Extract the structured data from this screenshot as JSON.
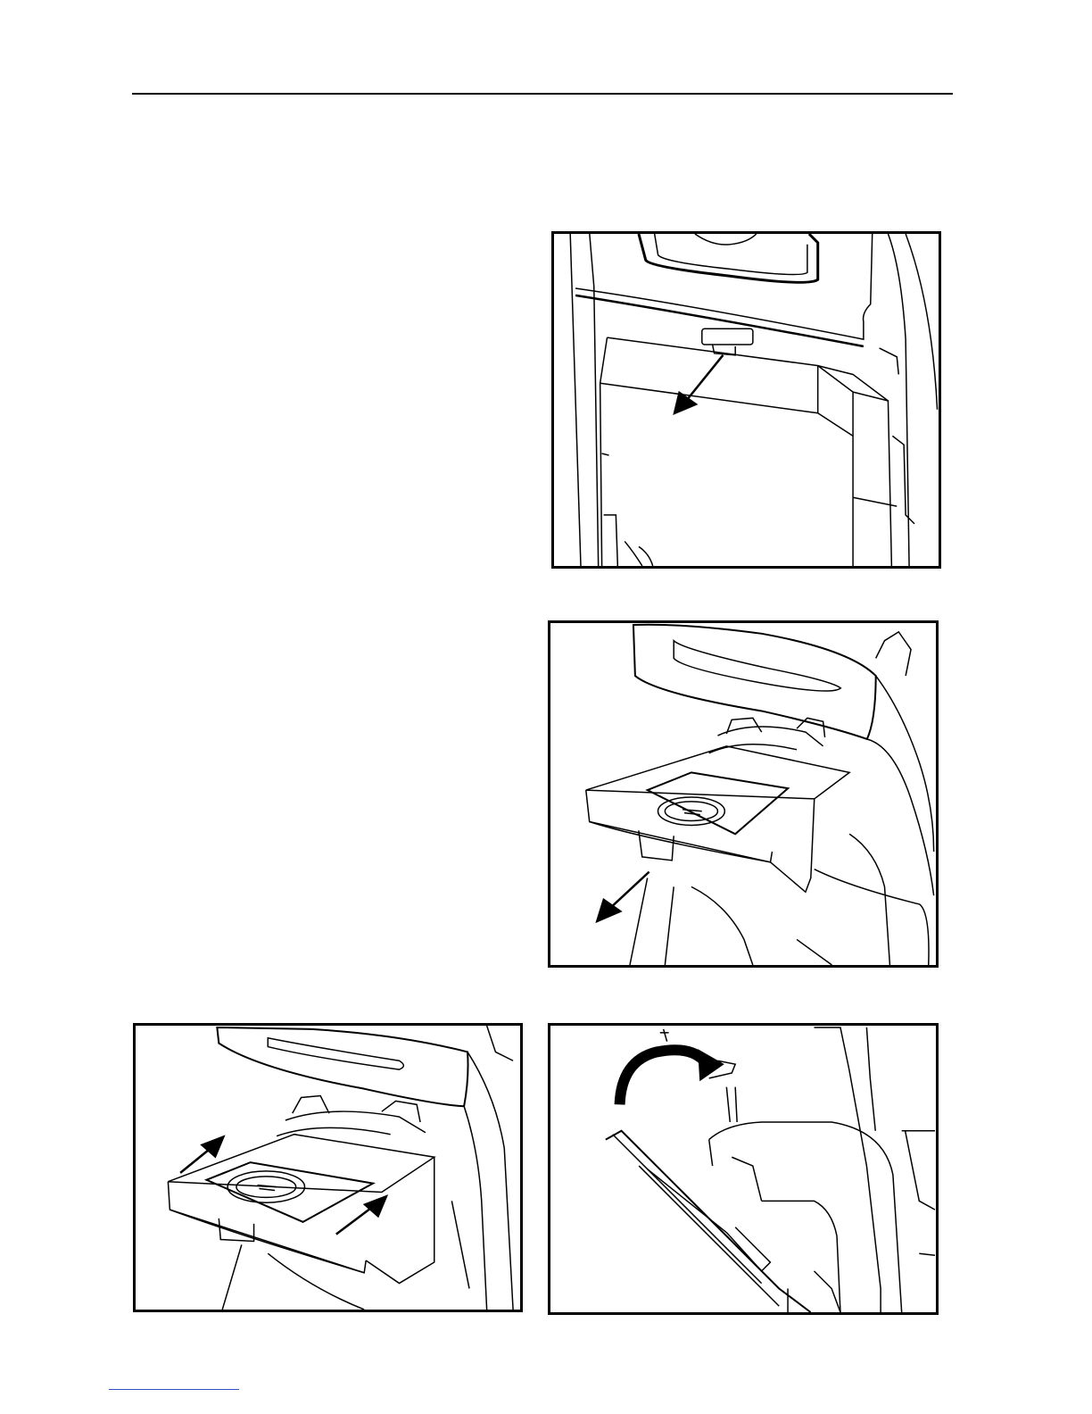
{
  "page": {
    "header_rule": true,
    "footer_rule_color": "#3050c0"
  },
  "figures": [
    {
      "id": "fig1",
      "icons": [
        "vacuum-bag-door-open-illustration",
        "arrow-down-left-icon"
      ]
    },
    {
      "id": "fig2",
      "icons": [
        "bag-holder-slide-out-illustration",
        "arrow-down-left-icon"
      ]
    },
    {
      "id": "fig3",
      "icons": [
        "bag-holder-insert-illustration",
        "arrow-up-right-icon",
        "arrow-up-right-icon"
      ]
    },
    {
      "id": "fig4",
      "icons": [
        "lid-close-illustration",
        "curved-arrow-clockwise-icon"
      ]
    }
  ]
}
